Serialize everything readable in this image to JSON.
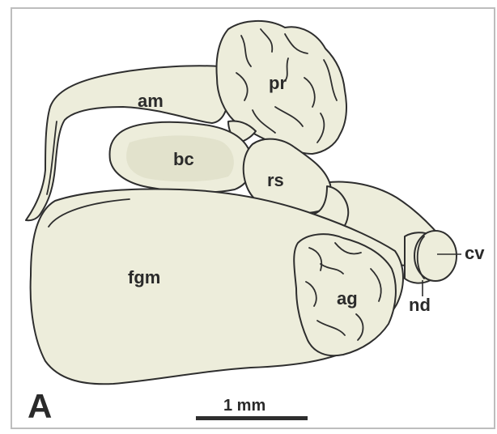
{
  "figure": {
    "panel_label": "A",
    "labels": {
      "am": "am",
      "pr": "pr",
      "bc": "bc",
      "rs": "rs",
      "fgm": "fgm",
      "ag": "ag",
      "cv": "cv",
      "nd": "nd"
    },
    "scale_bar": {
      "label": "1 mm"
    }
  }
}
